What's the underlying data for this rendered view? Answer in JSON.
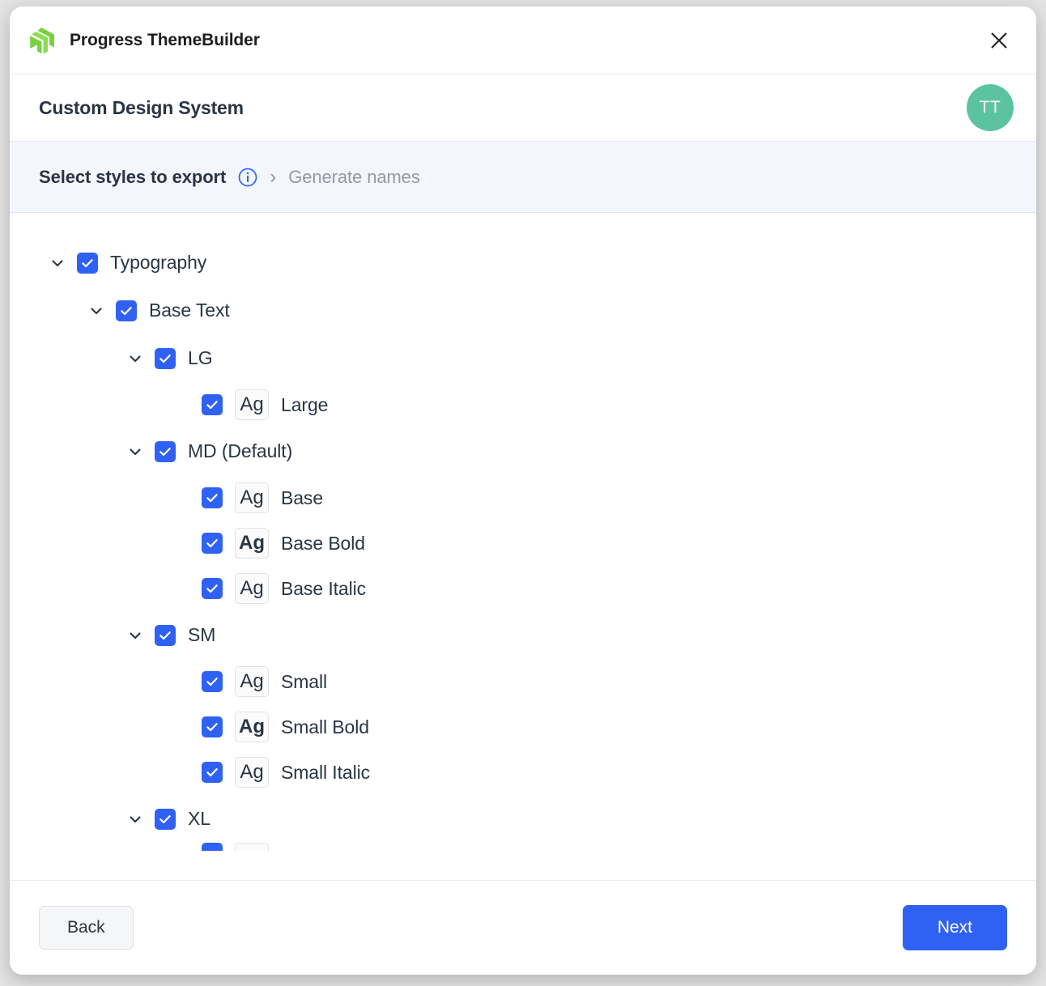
{
  "window": {
    "app_title": "Progress ThemeBuilder",
    "logo_icon": "progress-logo-icon",
    "logo_color": "#79d240",
    "close_icon": "close-icon"
  },
  "project": {
    "title": "Custom Design System",
    "avatar_initials": "TT",
    "avatar_color": "#5cc3a0"
  },
  "steps": {
    "current": "Select styles to export",
    "info_icon": "info-icon",
    "separator": "›",
    "next": "Generate names",
    "background": "#f3f6fd",
    "accent": "#2f62f4"
  },
  "tree": {
    "checkbox_color": "#2f62f4",
    "nodes": [
      {
        "level": 0,
        "type": "group",
        "label": "Typography",
        "checked": true,
        "expanded": true
      },
      {
        "level": 1,
        "type": "group",
        "label": "Base Text",
        "checked": true,
        "expanded": true
      },
      {
        "level": 2,
        "type": "group",
        "label": "LG",
        "checked": true,
        "expanded": true
      },
      {
        "level": 3,
        "type": "style",
        "label": "Large",
        "preview": "Ag",
        "weight": "regular",
        "checked": true
      },
      {
        "level": 2,
        "type": "group",
        "label": "MD (Default)",
        "checked": true,
        "expanded": true
      },
      {
        "level": 3,
        "type": "style",
        "label": "Base",
        "preview": "Ag",
        "weight": "regular",
        "checked": true
      },
      {
        "level": 3,
        "type": "style",
        "label": "Base Bold",
        "preview": "Ag",
        "weight": "bold",
        "checked": true
      },
      {
        "level": 3,
        "type": "style",
        "label": "Base Italic",
        "preview": "Ag",
        "weight": "italic",
        "checked": true
      },
      {
        "level": 2,
        "type": "group",
        "label": "SM",
        "checked": true,
        "expanded": true
      },
      {
        "level": 3,
        "type": "style",
        "label": "Small",
        "preview": "Ag",
        "weight": "regular",
        "checked": true
      },
      {
        "level": 3,
        "type": "style",
        "label": "Small Bold",
        "preview": "Ag",
        "weight": "bold",
        "checked": true
      },
      {
        "level": 3,
        "type": "style",
        "label": "Small Italic",
        "preview": "Ag",
        "weight": "italic",
        "checked": true
      },
      {
        "level": 2,
        "type": "group",
        "label": "XL",
        "checked": true,
        "expanded": true
      }
    ]
  },
  "footer": {
    "back_label": "Back",
    "next_label": "Next",
    "next_color": "#2f62f4"
  }
}
